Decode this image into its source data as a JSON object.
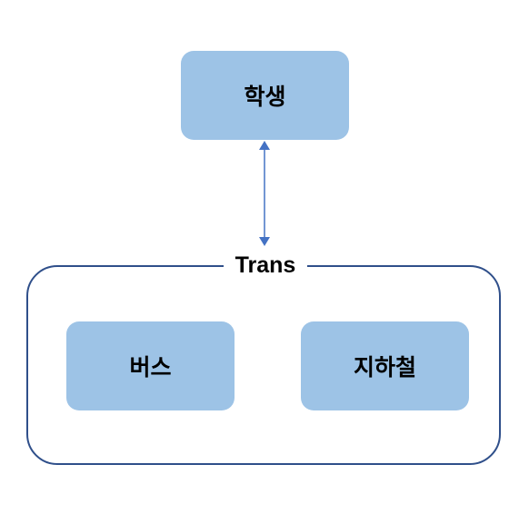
{
  "nodes": {
    "student": "학생",
    "bus": "버스",
    "subway": "지하철"
  },
  "group": {
    "label": "Trans"
  },
  "colors": {
    "box_fill": "#9dc3e6",
    "group_border": "#2f4f8a",
    "arrow": "#4472c4"
  },
  "connector": {
    "type": "bidirectional-arrow",
    "from": "student",
    "to": "group"
  }
}
